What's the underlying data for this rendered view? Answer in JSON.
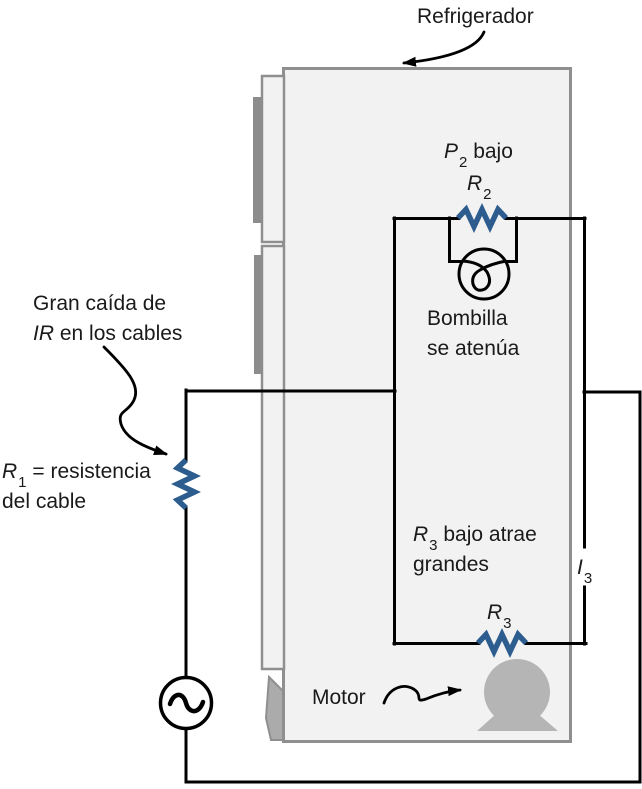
{
  "title": {
    "label": "Refrigerador"
  },
  "labels": {
    "p2": {
      "var": "P",
      "sub": "2",
      "rest": " bajo"
    },
    "r2": {
      "var": "R",
      "sub": "2"
    },
    "bulb": {
      "line1": "Bombilla",
      "line2": "se atenúa"
    },
    "ir_drop": {
      "line1": "Gran caída de",
      "ir": "IR",
      "rest": " en los cables"
    },
    "r1": {
      "var": "R",
      "sub": "1",
      "rest": " = resistencia",
      "line2": "del cable"
    },
    "r3_note": {
      "var": "R",
      "sub": "3",
      "rest": " bajo atrae",
      "line2": "grandes"
    },
    "i3": {
      "var": "I",
      "sub": "3"
    },
    "r3": {
      "var": "R",
      "sub": "3"
    },
    "motor": {
      "label": "Motor"
    }
  },
  "colors": {
    "resistor_blue": "#2d5c8e",
    "wire": "#000000",
    "text_color": "#1a1a1a",
    "fridge_fill": "#f2f2f2",
    "fridge_border": "#8f8f8f",
    "handle_gray": "#8c8c8c",
    "motor_gray": "#b5b5b5",
    "base_gray": "#ababab",
    "source_fill": "#ffffff"
  }
}
